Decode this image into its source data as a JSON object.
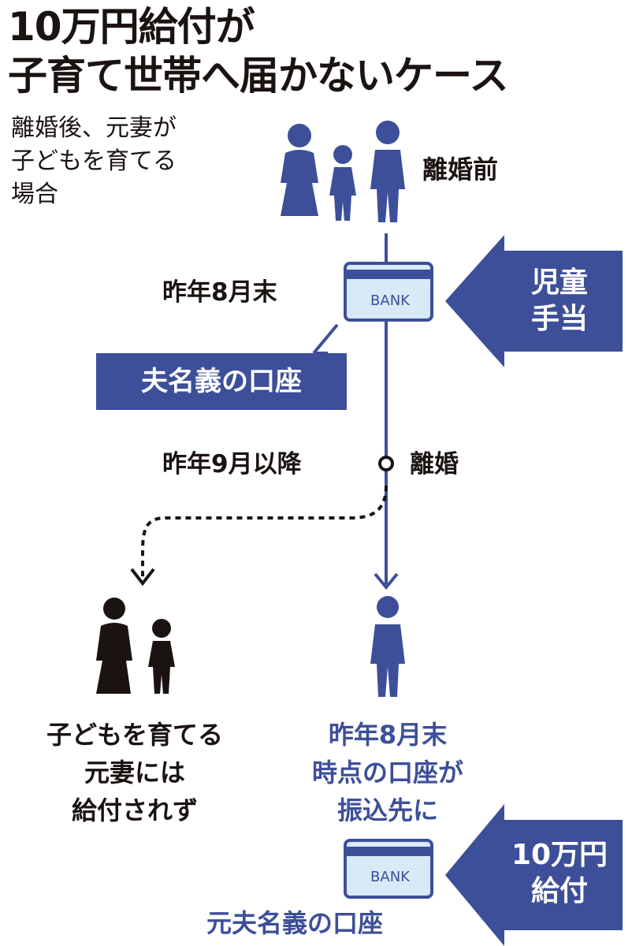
{
  "title": {
    "line1": "10万円給付が",
    "line2": "子育て世帯へ届かないケース"
  },
  "subtitle": "離婚後、元妻が\n子どもを育てる\n場合",
  "before_label": "離婚前",
  "date_label_1": "昨年8月末",
  "bank_text": "BANK",
  "account_box": "夫名義の口座",
  "child_allowance": "児童\n手当",
  "date_label_2": "昨年9月以降",
  "divorce_label": "離婚",
  "left_caption": "子どもを育てる\n元妻には\n給付されず",
  "right_caption": "昨年8月末\n時点の口座が\n振込先に",
  "benefit_arrow": "10万円\n給付",
  "ex_husband_account": "元夫名義の口座",
  "colors": {
    "accent_blue": "#3d4f99",
    "text_dark": "#1a1311",
    "card_fill": "#d8eaf7"
  },
  "icons": {
    "family": "family-icon",
    "bank_card": "bank-card-icon",
    "mother_child": "mother-child-icon",
    "man": "man-icon"
  }
}
